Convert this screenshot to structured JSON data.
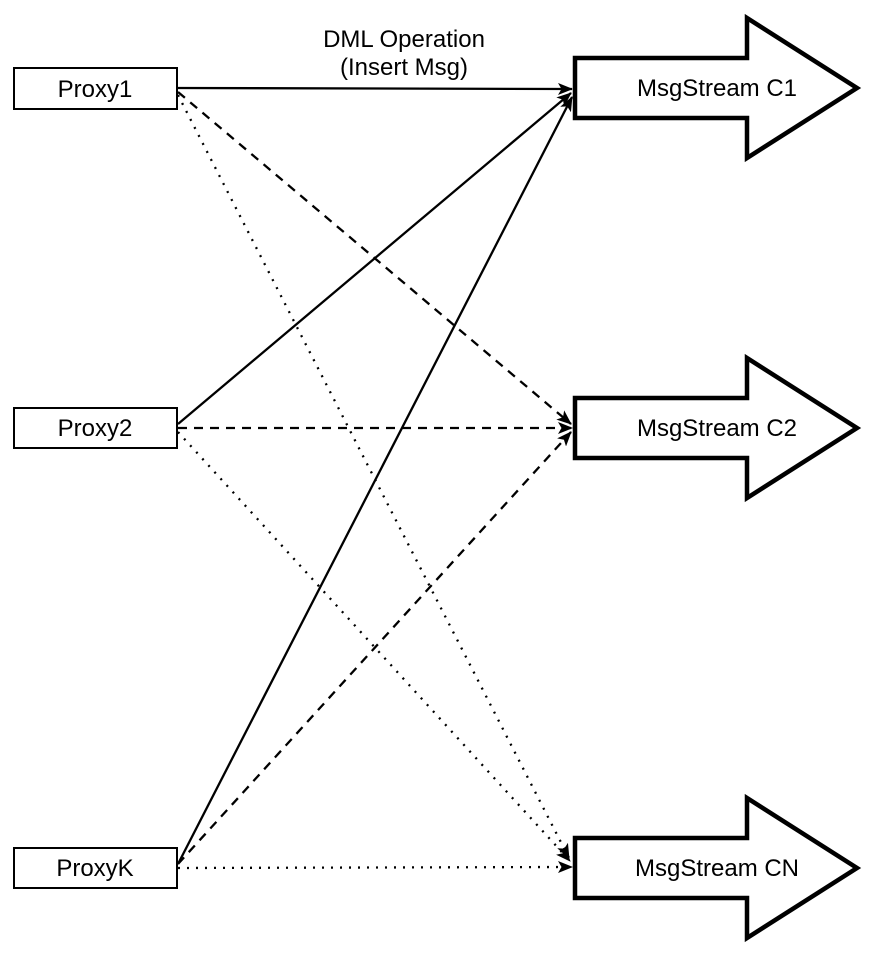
{
  "title": {
    "line1": "DML Operation",
    "line2": "(Insert Msg)"
  },
  "proxies": [
    {
      "id": "proxy1",
      "label": "Proxy1"
    },
    {
      "id": "proxy2",
      "label": "Proxy2"
    },
    {
      "id": "proxyk",
      "label": "ProxyK"
    }
  ],
  "streams": [
    {
      "id": "c1",
      "label": "MsgStream C1",
      "incoming_line_style": "solid"
    },
    {
      "id": "c2",
      "label": "MsgStream C2",
      "incoming_line_style": "dashed"
    },
    {
      "id": "cn",
      "label": "MsgStream CN",
      "incoming_line_style": "dotted"
    }
  ],
  "connections": [
    {
      "from": "proxy1",
      "to": "c1",
      "style": "solid"
    },
    {
      "from": "proxy1",
      "to": "c2",
      "style": "dashed"
    },
    {
      "from": "proxy1",
      "to": "cn",
      "style": "dotted"
    },
    {
      "from": "proxy2",
      "to": "c1",
      "style": "solid"
    },
    {
      "from": "proxy2",
      "to": "c2",
      "style": "dashed"
    },
    {
      "from": "proxy2",
      "to": "cn",
      "style": "dotted"
    },
    {
      "from": "proxyk",
      "to": "c1",
      "style": "solid"
    },
    {
      "from": "proxyk",
      "to": "c2",
      "style": "dashed"
    },
    {
      "from": "proxyk",
      "to": "cn",
      "style": "dotted"
    }
  ],
  "colors": {
    "stroke": "#000000",
    "fill": "#ffffff",
    "text": "#000000",
    "background": "#ffffff"
  }
}
